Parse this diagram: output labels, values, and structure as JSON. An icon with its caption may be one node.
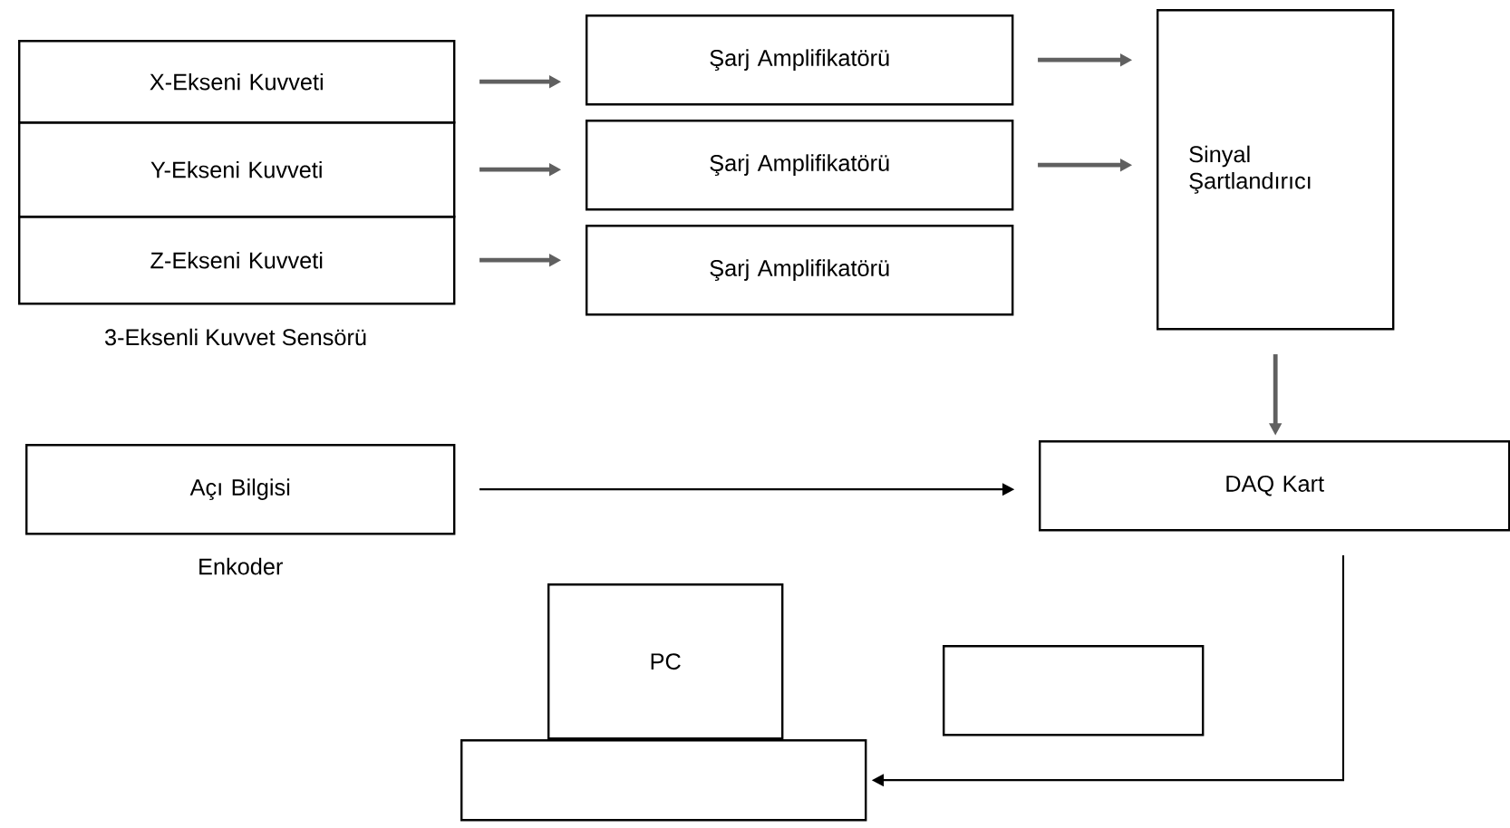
{
  "diagram": {
    "nodes": [
      {
        "text": [
          "X-Ekseni Kuvveti"
        ]
      },
      {
        "text": [
          "Y-Ekseni Kuvveti"
        ]
      },
      {
        "text": [
          "Z-Ekseni Kuvveti"
        ]
      },
      {
        "text": [
          "Şarj Amplifikatörü"
        ]
      },
      {
        "text": [
          "Şarj Amplifikatörü"
        ]
      },
      {
        "text": [
          "Şarj Amplifikatörü"
        ]
      },
      {
        "text": [
          "Sinyal Şartlandırıcı"
        ]
      },
      {
        "text": [
          "Açı Bilgisi"
        ],
        "beside": [
          "Enkoder"
        ]
      },
      {
        "text": [
          "DAQ Kart"
        ]
      },
      {
        "text": [
          "PC"
        ]
      },
      {
        "text": [],
        "shape": "box"
      },
      {
        "text": [],
        "shape": "box"
      }
    ],
    "edges": [
      {
        "from": 0,
        "to": 3,
        "arrow": "to"
      },
      {
        "from": 1,
        "to": 4,
        "arrow": "to"
      },
      {
        "from": 2,
        "to": 5,
        "arrow": "to"
      },
      {
        "from": 3,
        "to": 6,
        "arrow": "to"
      },
      {
        "from": 4,
        "to": 6,
        "arrow": "to"
      },
      {
        "from": 6,
        "to": 8,
        "arrow": "to"
      },
      {
        "from": 7,
        "to": 8,
        "arrow": "to",
        "color": "#000000"
      },
      {
        "from": 8,
        "to": 10,
        "arrow": "to",
        "color": "#000000"
      }
    ],
    "labels": [
      "3-Eksenli Kuvvet Sensörü"
    ]
  }
}
